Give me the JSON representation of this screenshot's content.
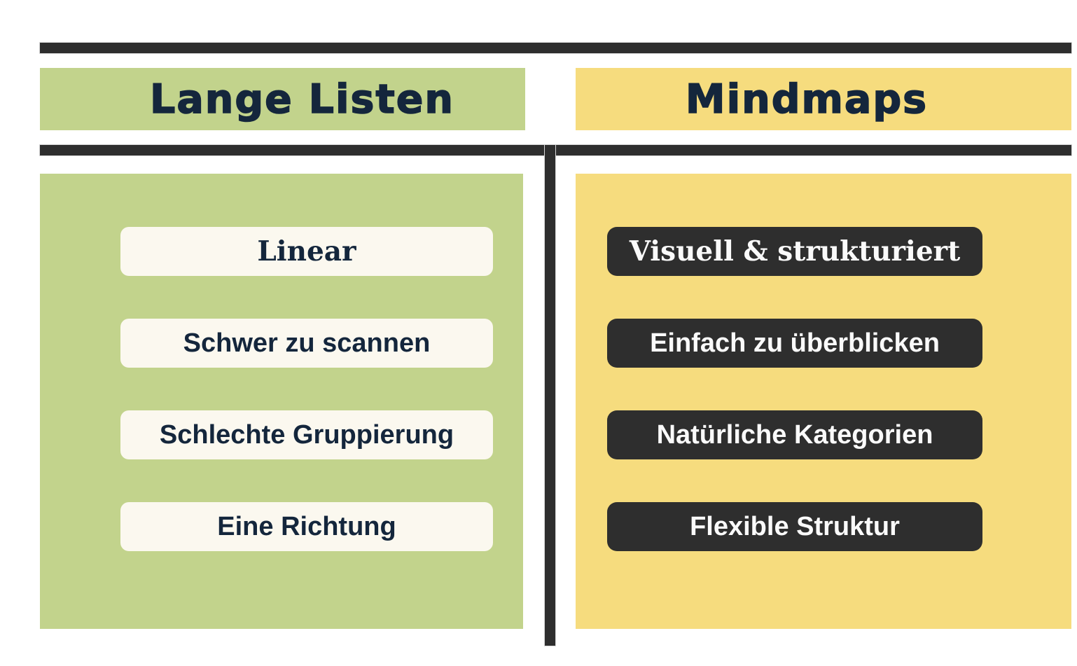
{
  "theme": {
    "background": "#ffffff",
    "bar_color": "#2e2e2e",
    "navy": "#14263c",
    "green": "#c2d38c",
    "yellow": "#f6dc7e",
    "cream": "#fbf8ef",
    "dark_box": "#2e2e2e",
    "white_text": "#fafafa"
  },
  "columns": [
    {
      "id": "lange-listen",
      "title": "Lange Listen",
      "items": [
        {
          "label": "Linear"
        },
        {
          "label": "Schwer zu scannen"
        },
        {
          "label": "Schlechte Gruppierung"
        },
        {
          "label": "Eine Richtung"
        }
      ]
    },
    {
      "id": "mindmaps",
      "title": "Mindmaps",
      "items": [
        {
          "label": "Visuell & strukturiert"
        },
        {
          "label": "Einfach zu überblicken"
        },
        {
          "label": "Natürliche Kategorien"
        },
        {
          "label": "Flexible Struktur"
        }
      ]
    }
  ]
}
